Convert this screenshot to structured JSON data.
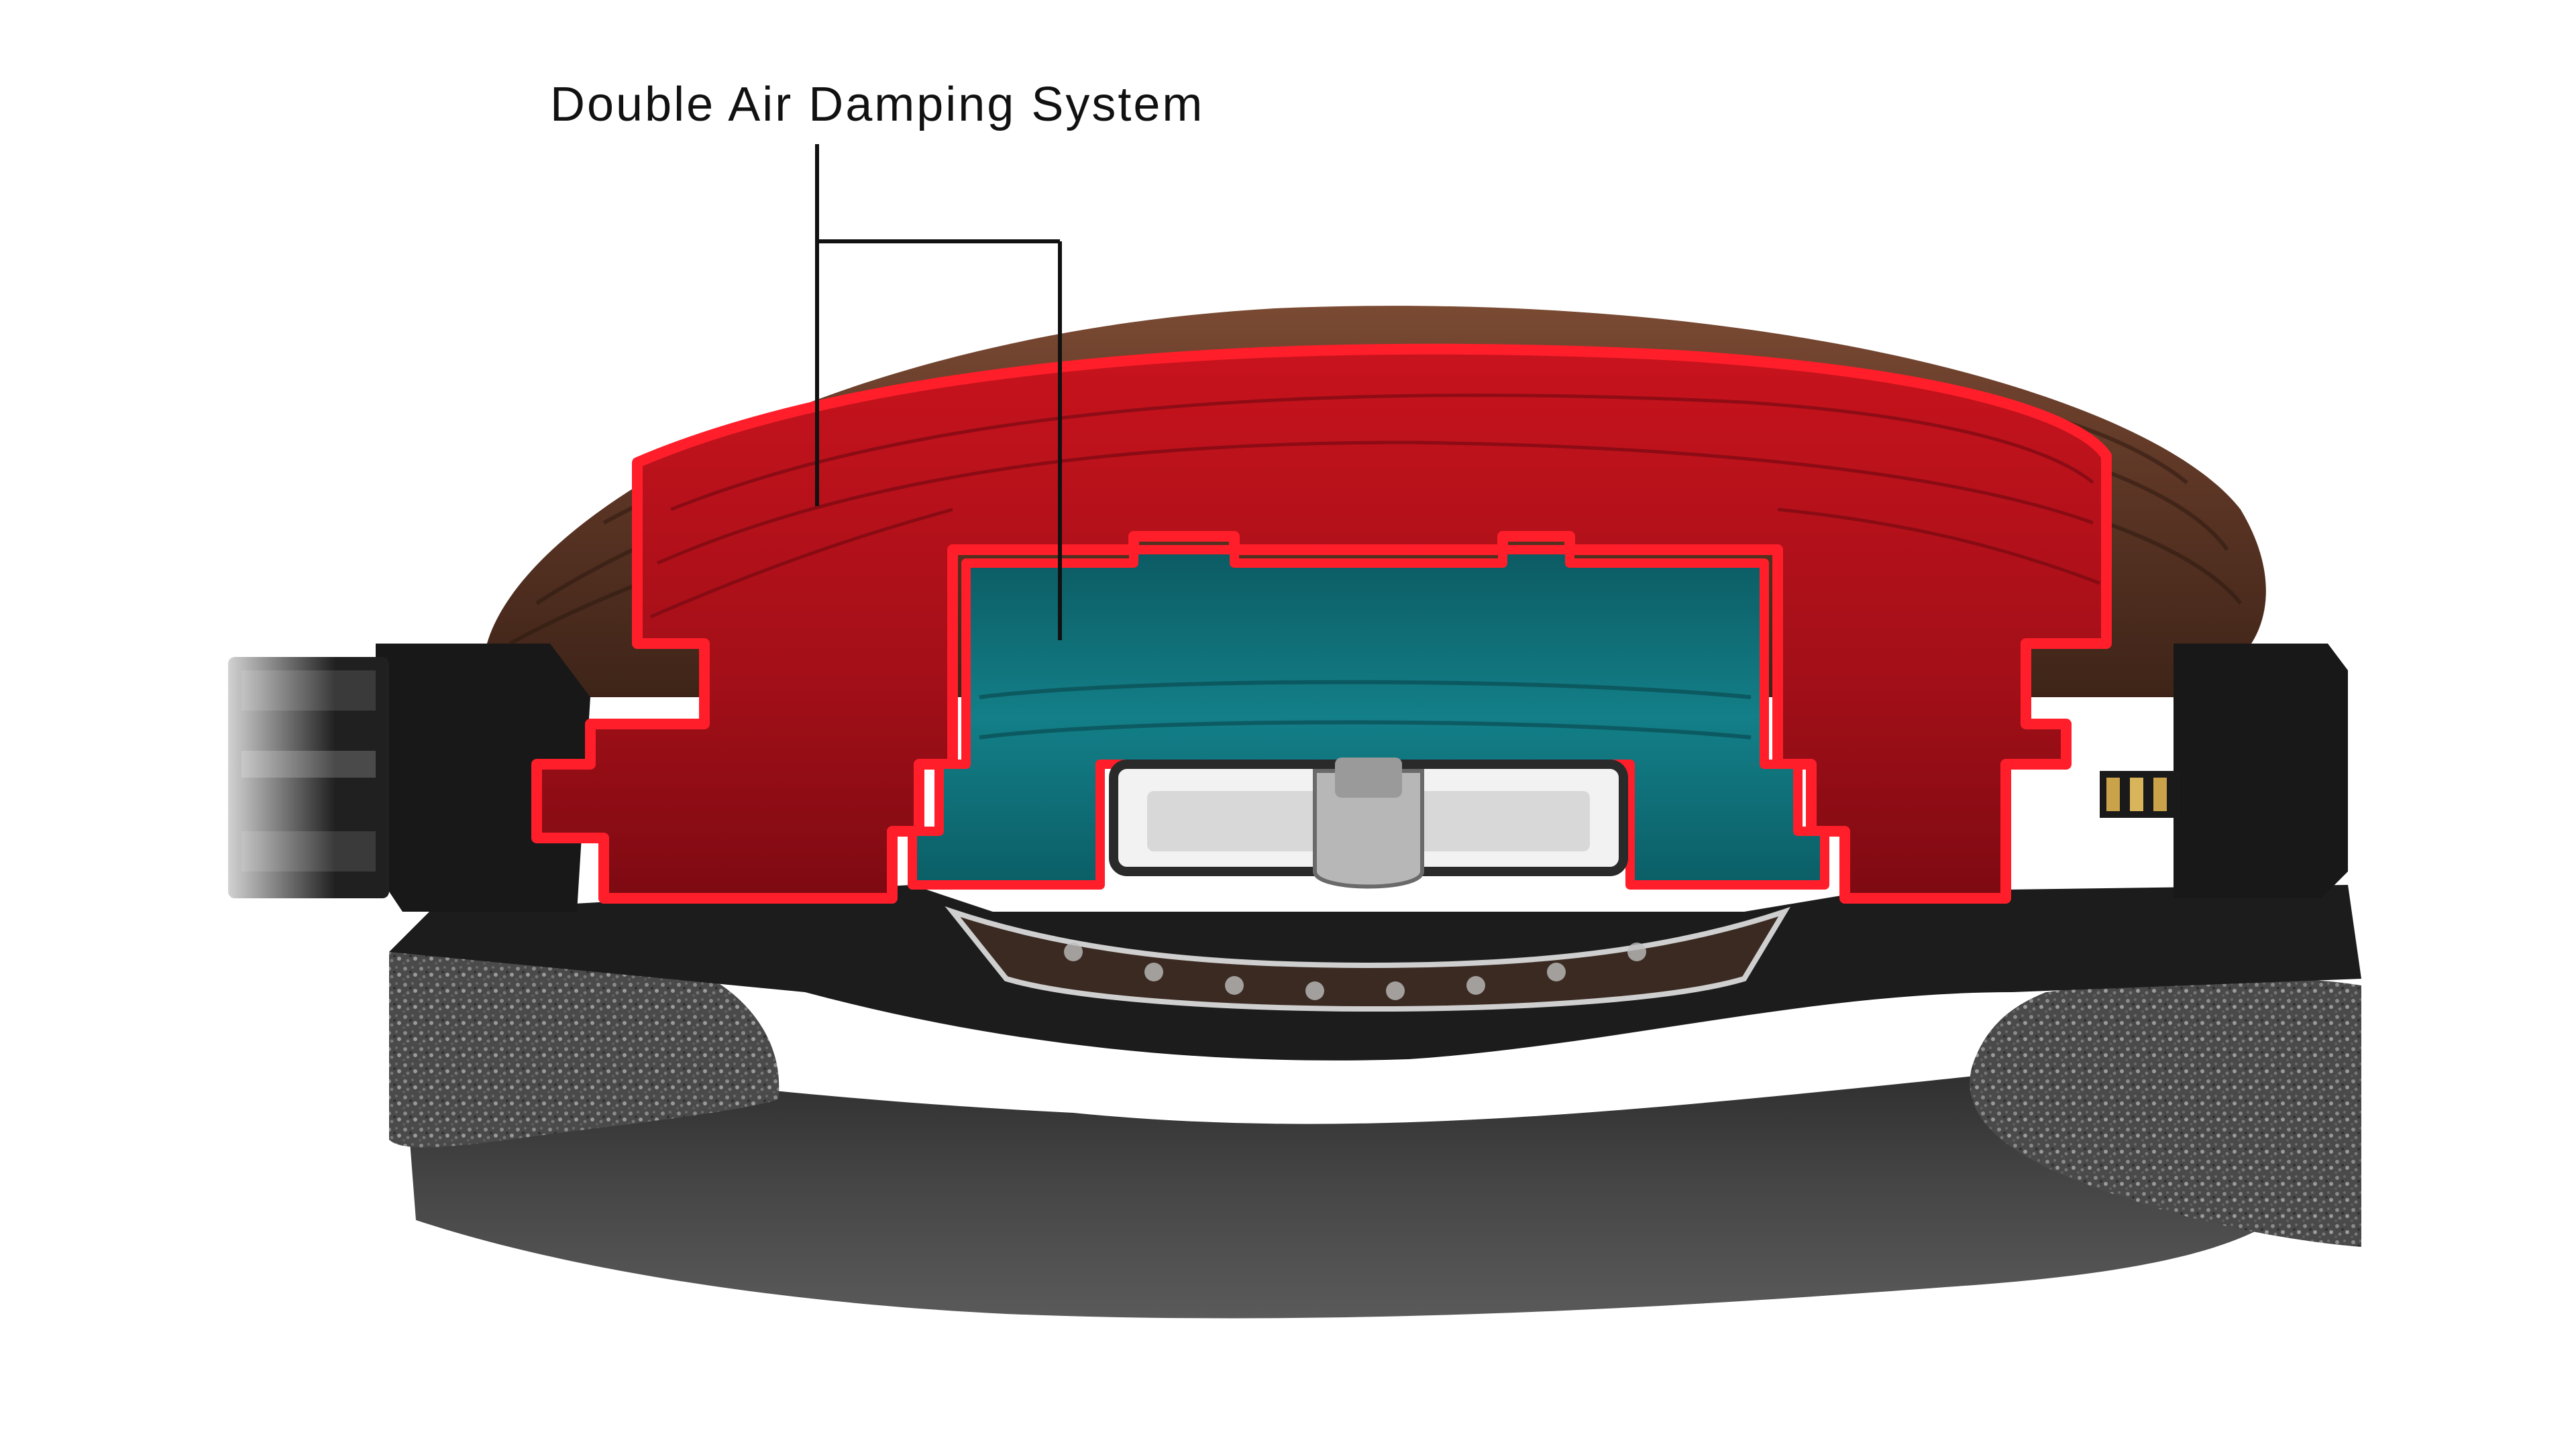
{
  "callout": {
    "label": "Double Air Damping System"
  },
  "colors": {
    "background": "#ffffff",
    "outer_chamber": "#c2121c",
    "outer_chamber_outline": "#ff1e2a",
    "inner_chamber": "#0f6f78",
    "wood_shell": "#5a3424",
    "housing": "#1c1c1c",
    "ear_pad_foam": "#4a4a4a",
    "ear_pad_leather": "#3a3a3a",
    "leader_line": "#111111"
  },
  "parts": [
    "wood-shell",
    "outer-air-chamber",
    "inner-air-chamber",
    "driver",
    "housing",
    "ear-pad-foam",
    "ear-pad-cushion",
    "connector-left",
    "connector-right"
  ]
}
